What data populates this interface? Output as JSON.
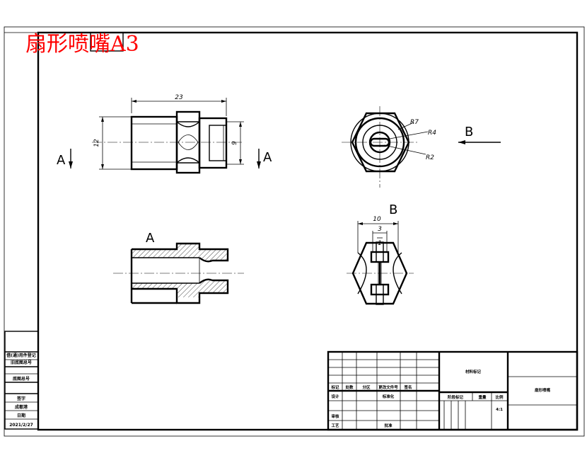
{
  "drawing_title": "扇形喷嘴A3",
  "dimensions": {
    "overall_length": "23",
    "left_diameter": "12",
    "right_diameter": "9",
    "radius_outer": "R7",
    "radius_mid": "R4",
    "radius_inner": "R2",
    "width_b": "10",
    "slot_width": "3",
    "slot_inner": "1"
  },
  "view_labels": {
    "section_left": "A",
    "section_right": "A",
    "section_view": "A",
    "view_b_arrow": "B",
    "view_b": "B"
  },
  "side_table": {
    "r1": "借(通)用件登记",
    "r2": "旧底图总号",
    "r3": "底图总号",
    "r4": "签字",
    "r5": "成都港",
    "r6": "日期",
    "r7": "2021/2/27"
  },
  "title_block": {
    "mark": "标记",
    "count": "处数",
    "zone": "分区",
    "doc_no": "更改文件号",
    "sign": "签名",
    "design": "设计",
    "standard": "标准化",
    "review": "审核",
    "process": "工艺",
    "approve": "批准",
    "material": "材料标记",
    "stage": "阶段标记",
    "weight": "重量",
    "scale": "比例",
    "scale_value": "4:1",
    "part_name": "扇形喷嘴"
  }
}
